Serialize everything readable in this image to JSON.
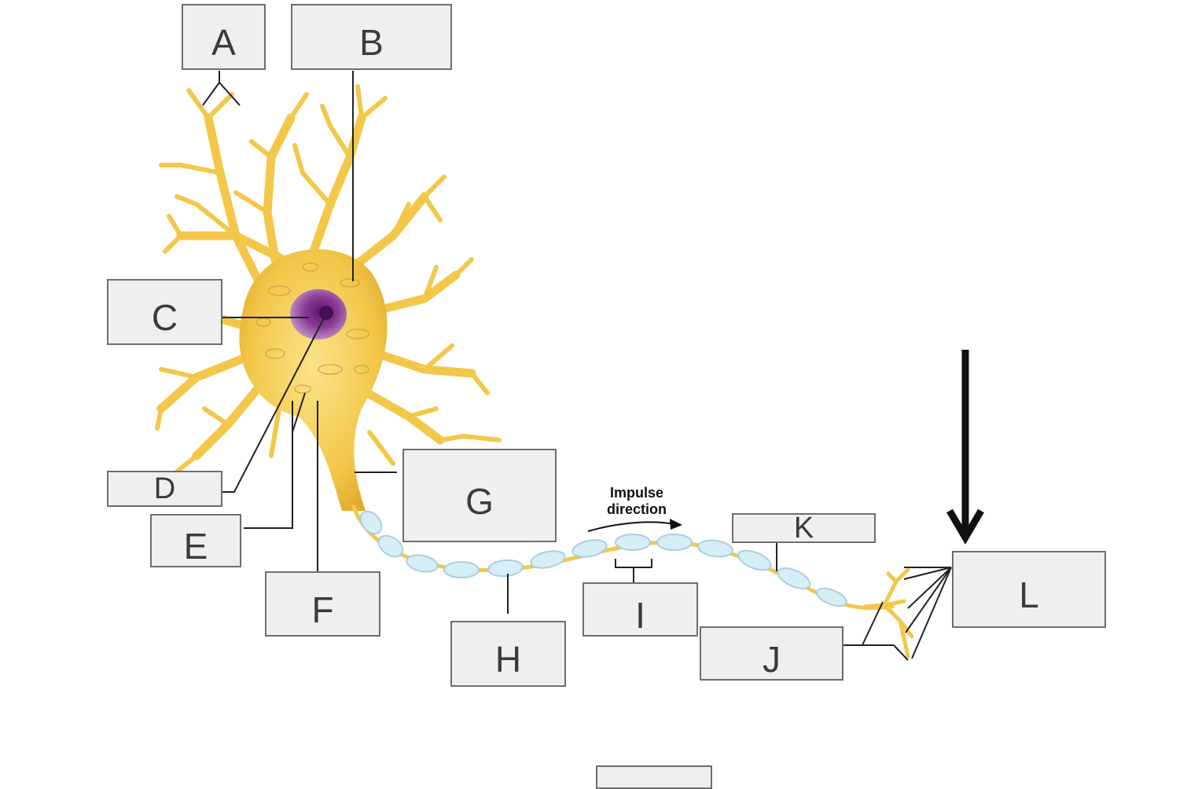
{
  "labels": {
    "A": "A",
    "B": "B",
    "C": "C",
    "D": "D",
    "E": "E",
    "F": "F",
    "G": "G",
    "H": "H",
    "I": "I",
    "J": "J",
    "K": "K",
    "L": "L"
  },
  "annotation": {
    "impulse_line1": "Impulse",
    "impulse_line2": "direction"
  },
  "colors": {
    "cell": "#f3c84a",
    "cell_dark": "#d9a930",
    "nucleus": "#8a3a93",
    "myelin": "#d6eef5",
    "label_fill": "#efefef",
    "label_border": "#6e6e6e",
    "leader_line": "#222222"
  }
}
